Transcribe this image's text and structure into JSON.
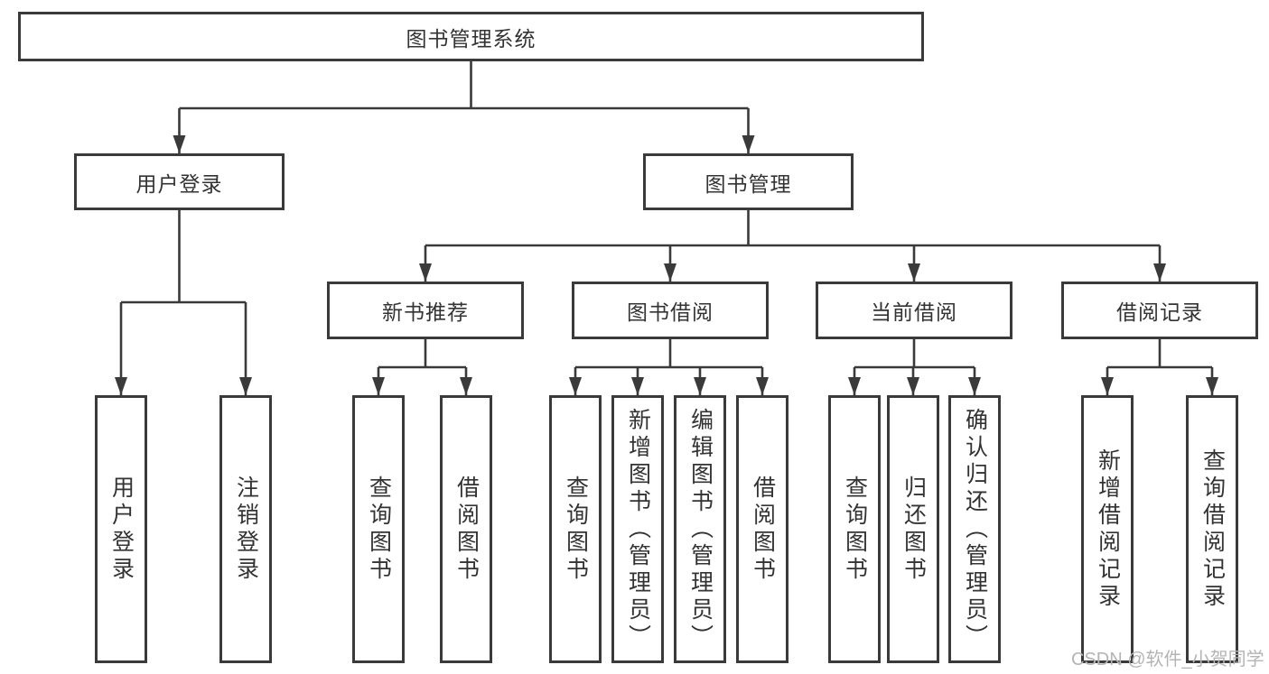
{
  "diagram": {
    "title": "图书管理系统",
    "root": {
      "label": "图书管理系统"
    },
    "branches": [
      {
        "label": "用户登录"
      },
      {
        "label": "图书管理"
      }
    ],
    "modules": [
      {
        "label": "新书推荐"
      },
      {
        "label": "图书借阅"
      },
      {
        "label": "当前借阅"
      },
      {
        "label": "借阅记录"
      }
    ],
    "leaves": [
      {
        "label": "用户登录",
        "parent": "用户登录"
      },
      {
        "label": "注销登录",
        "parent": "用户登录"
      },
      {
        "label": "查询图书",
        "parent": "新书推荐"
      },
      {
        "label": "借阅图书",
        "parent": "新书推荐"
      },
      {
        "label": "查询图书",
        "parent": "图书借阅"
      },
      {
        "label": "新增图书（管理员）",
        "parent": "图书借阅"
      },
      {
        "label": "编辑图书（管理员）",
        "parent": "图书借阅"
      },
      {
        "label": "借阅图书",
        "parent": "图书借阅"
      },
      {
        "label": "查询图书",
        "parent": "当前借阅"
      },
      {
        "label": "归还图书",
        "parent": "当前借阅"
      },
      {
        "label": "确认归还（管理员）",
        "parent": "当前借阅"
      },
      {
        "label": "新增借阅记录",
        "parent": "借阅记录"
      },
      {
        "label": "查询借阅记录",
        "parent": "借阅记录"
      }
    ]
  },
  "watermark": "CSDN @软件_小贺同学",
  "colors": {
    "line": "#3a3a3a",
    "text": "#333333",
    "watermark": "#b4b4b4",
    "background": "#ffffff"
  }
}
